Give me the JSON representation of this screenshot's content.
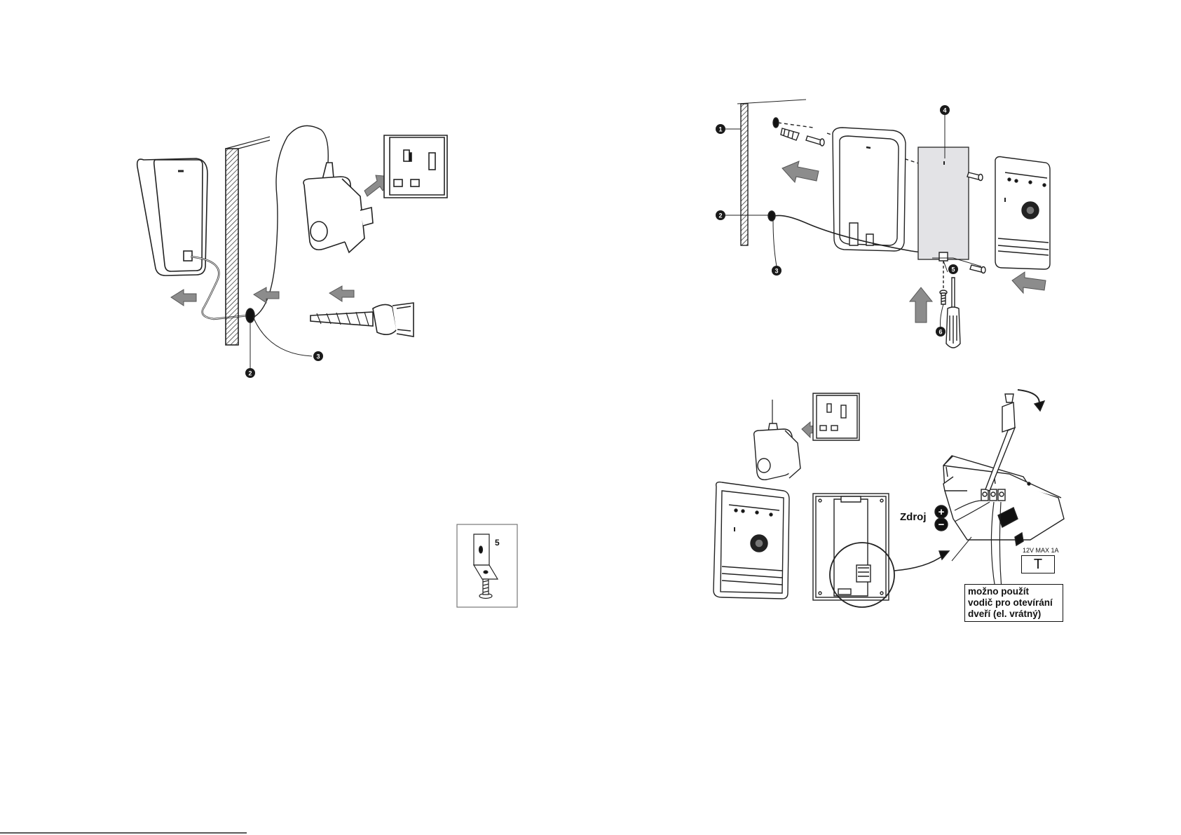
{
  "page": {
    "left_diagram": {
      "callouts": [
        "2",
        "3"
      ]
    },
    "inset": {
      "label": "5"
    },
    "right_top_diagram": {
      "callouts": [
        "1",
        "2",
        "3",
        "4",
        "5",
        "6"
      ]
    },
    "right_bottom_diagram": {
      "power_label": "Zdroj",
      "plus_symbol": "+",
      "minus_symbol": "−",
      "spec_label": "12V MAX 1A",
      "terminal_label": "T",
      "note_lines": [
        "možno použít",
        "vodič pro otevírání",
        "dveří (el. vrátný)"
      ]
    }
  },
  "colors": {
    "line": "#222222",
    "arrow_fill": "#8c8c8c",
    "plate_fill": "#e3e3e6",
    "callout_fill": "#1a1a1a"
  }
}
